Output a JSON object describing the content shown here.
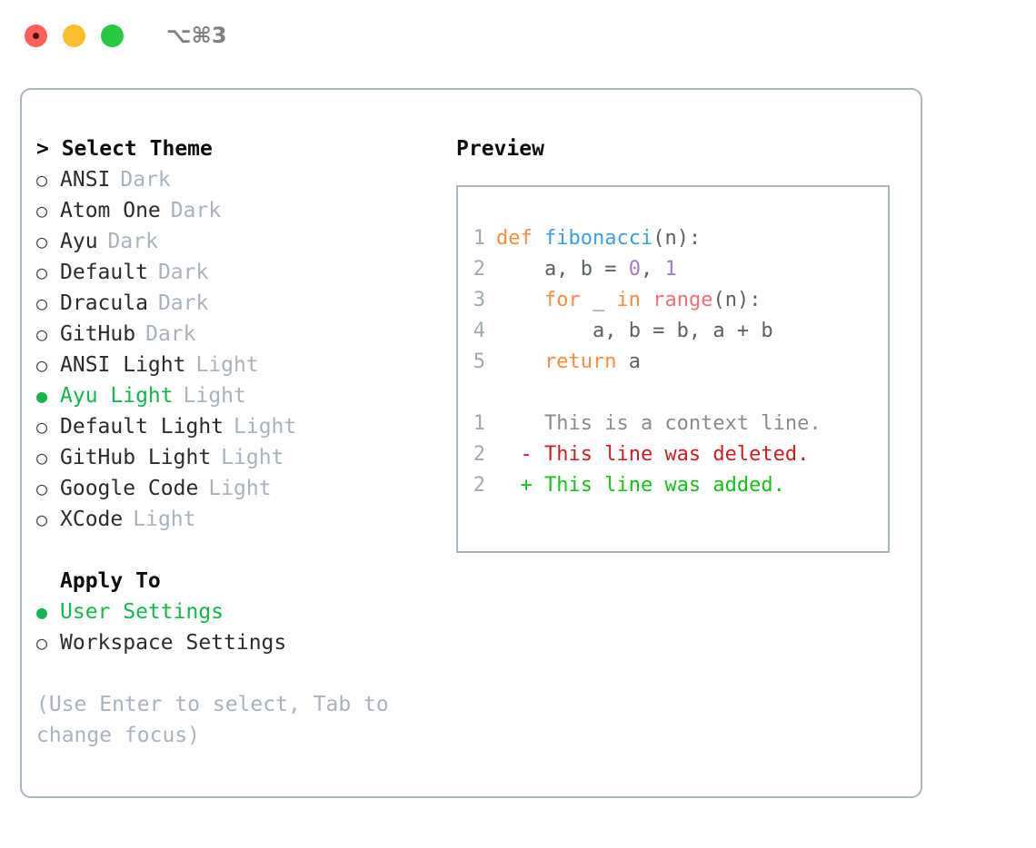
{
  "titlebar": {
    "shortcut": "⌥⌘3",
    "lights": [
      "close",
      "minimize",
      "zoom"
    ]
  },
  "theme_section": {
    "header": "> Select Theme",
    "items": [
      {
        "bullet": "○",
        "label": "ANSI",
        "kind": "Dark",
        "selected": false
      },
      {
        "bullet": "○",
        "label": "Atom One",
        "kind": "Dark",
        "selected": false
      },
      {
        "bullet": "○",
        "label": "Ayu",
        "kind": "Dark",
        "selected": false
      },
      {
        "bullet": "○",
        "label": "Default",
        "kind": "Dark",
        "selected": false
      },
      {
        "bullet": "○",
        "label": "Dracula",
        "kind": "Dark",
        "selected": false
      },
      {
        "bullet": "○",
        "label": "GitHub",
        "kind": "Dark",
        "selected": false
      },
      {
        "bullet": "○",
        "label": "ANSI Light",
        "kind": "Light",
        "selected": false
      },
      {
        "bullet": "●",
        "label": "Ayu Light",
        "kind": "Light",
        "selected": true
      },
      {
        "bullet": "○",
        "label": "Default Light",
        "kind": "Light",
        "selected": false
      },
      {
        "bullet": "○",
        "label": "GitHub Light",
        "kind": "Light",
        "selected": false
      },
      {
        "bullet": "○",
        "label": "Google Code",
        "kind": "Light",
        "selected": false
      },
      {
        "bullet": "○",
        "label": "XCode",
        "kind": "Light",
        "selected": false
      }
    ]
  },
  "apply_section": {
    "header": "Apply To",
    "items": [
      {
        "bullet": "●",
        "label": "User Settings",
        "selected": true
      },
      {
        "bullet": "○",
        "label": "Workspace Settings",
        "selected": false
      }
    ]
  },
  "hint": "(Use Enter to select, Tab to change focus)",
  "preview": {
    "title": "Preview",
    "code_lines": [
      {
        "number": "1",
        "tokens": [
          {
            "text": "def ",
            "type": "kw"
          },
          {
            "text": "fibonacci",
            "type": "fn"
          },
          {
            "text": "(n):",
            "type": "pun"
          }
        ]
      },
      {
        "number": "2",
        "tokens": [
          {
            "text": "    a, b = ",
            "type": "var"
          },
          {
            "text": "0",
            "type": "num"
          },
          {
            "text": ", ",
            "type": "pun"
          },
          {
            "text": "1",
            "type": "num"
          }
        ]
      },
      {
        "number": "3",
        "tokens": [
          {
            "text": "    ",
            "type": "var"
          },
          {
            "text": "for",
            "type": "kw"
          },
          {
            "text": " _ ",
            "type": "var"
          },
          {
            "text": "in",
            "type": "kw"
          },
          {
            "text": " ",
            "type": "var"
          },
          {
            "text": "range",
            "type": "call"
          },
          {
            "text": "(n):",
            "type": "pun"
          }
        ]
      },
      {
        "number": "4",
        "tokens": [
          {
            "text": "        a, b = b, a + b",
            "type": "var"
          }
        ]
      },
      {
        "number": "5",
        "tokens": [
          {
            "text": "    ",
            "type": "var"
          },
          {
            "text": "return",
            "type": "kw"
          },
          {
            "text": " a",
            "type": "var"
          }
        ]
      }
    ],
    "diff_lines": [
      {
        "number": "1",
        "marker": " ",
        "text": "This is a context line.",
        "type": "context"
      },
      {
        "number": "2",
        "marker": "-",
        "text": "This line was deleted.",
        "type": "deleted"
      },
      {
        "number": "2",
        "marker": "+",
        "text": "This line was added.",
        "type": "added"
      }
    ]
  },
  "colors": {
    "accent_green": "#14b74b",
    "muted_gray": "#a9b2bf",
    "panel_border": "#aab4c4",
    "syntax_keyword": "#fa8d3e",
    "syntax_function": "#399ee6",
    "syntax_number": "#a37acc",
    "syntax_call": "#f07171",
    "syntax_text": "#5c6166",
    "diff_deleted": "#cc2020",
    "diff_added": "#15c217",
    "diff_context": "#8a8a8a"
  }
}
